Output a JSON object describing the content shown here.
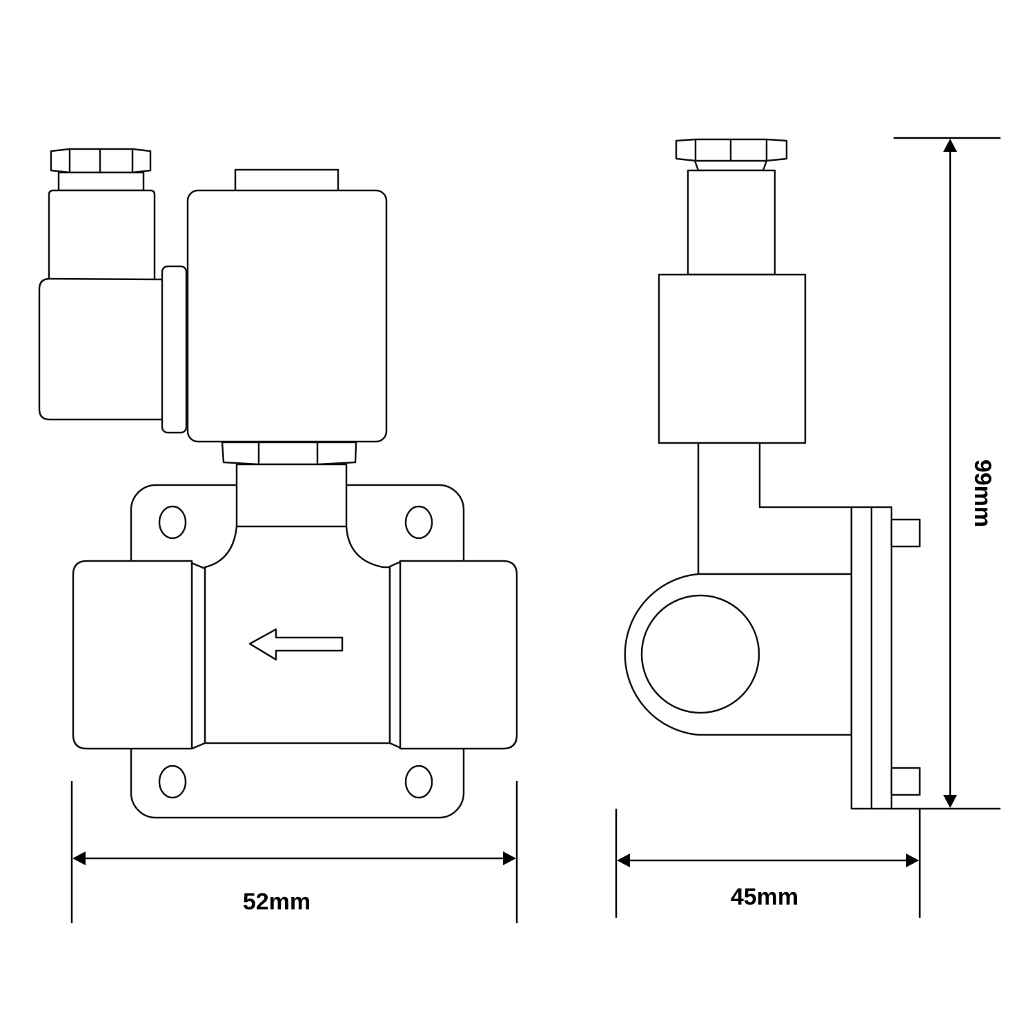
{
  "drawing": {
    "front_view": {
      "width_label": "52mm",
      "flow_direction": "left"
    },
    "side_view": {
      "depth_label": "45mm",
      "height_label": "99mm"
    }
  },
  "colors": {
    "line": "#111111",
    "background": "#ffffff"
  }
}
